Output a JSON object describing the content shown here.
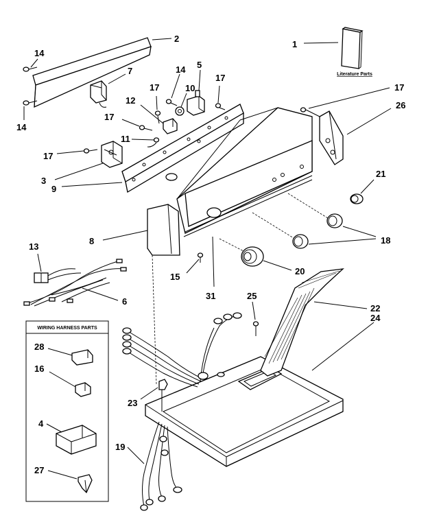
{
  "literature_text": "Literature Parts",
  "harness_title": "WIRING HARNESS PARTS",
  "callouts": {
    "c1": "1",
    "c2": "2",
    "c3": "3",
    "c4": "4",
    "c5": "5",
    "c6": "6",
    "c7": "7",
    "c8": "8",
    "c9": "9",
    "c10": "10",
    "c11": "11",
    "c12": "12",
    "c13": "13",
    "c14a": "14",
    "c14b": "14",
    "c14c": "14",
    "c15": "15",
    "c16": "16",
    "c17a": "17",
    "c17b": "17",
    "c17c": "17",
    "c17d": "17",
    "c17e": "17",
    "c18": "18",
    "c19": "19",
    "c20": "20",
    "c21": "21",
    "c22": "22",
    "c23": "23",
    "c24": "24",
    "c25": "25",
    "c26": "26",
    "c27": "27",
    "c28": "28",
    "c31": "31"
  }
}
